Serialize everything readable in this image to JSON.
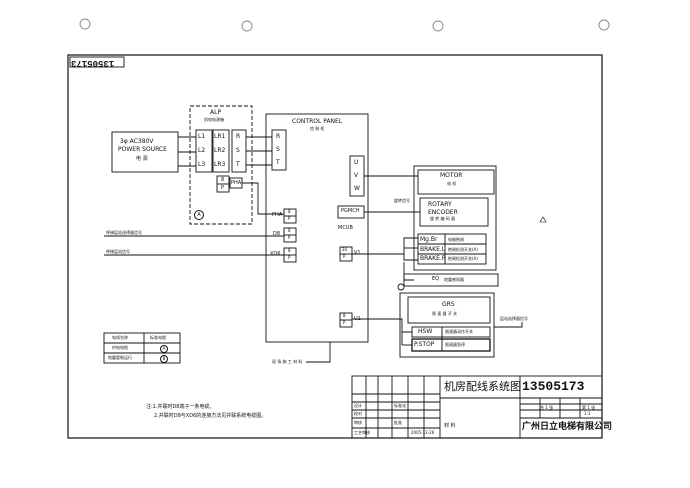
{
  "drawing_number": "13505173",
  "drawing_title": "机房配线系统图",
  "company": "广州日立电梯有限公司",
  "date": "2005-12-26",
  "power_source": {
    "phase": "3φ AC380V",
    "name": "POWER SOURCE",
    "cn": "电 源"
  },
  "alp": {
    "title": "ALP",
    "cn": "机电电源箱",
    "inputs": [
      "L1",
      "L2",
      "L3"
    ],
    "outputs": [
      "LR1",
      "LR2",
      "LR3"
    ],
    "rst": [
      "R",
      "S",
      "T"
    ],
    "connector": [
      "8",
      "P"
    ],
    "ph": "PHA",
    "circle": "A"
  },
  "control_panel": {
    "title": "CONTROL PANEL",
    "cn": "控 制 柜",
    "rst": [
      "R",
      "S",
      "T"
    ],
    "uvw": [
      "U",
      "V",
      "W"
    ],
    "pgmch": "PGMCH",
    "mcub": "MCUB",
    "connectors": [
      {
        "name": "PHA",
        "pins": [
          "8",
          "P"
        ]
      },
      {
        "name": "D8",
        "pins": [
          "8",
          "P"
        ]
      },
      {
        "name": "XD6",
        "pins": [
          "8",
          "P"
        ]
      },
      {
        "name": "V1",
        "pins": [
          "20",
          "P"
        ]
      },
      {
        "name": "U1",
        "pins": [
          "8",
          "P"
        ]
      }
    ]
  },
  "signals": {
    "line1": "呼梯层站选择器信号",
    "line2": "呼梯层站信号",
    "encoder_signal": "旋转信号",
    "grs_signal": "层站选择器信号",
    "site_note": "现 场 施 工 材 料"
  },
  "motor": {
    "title": "MOTOR",
    "cn": "电 机",
    "encoder": "ROTARY ENCODER",
    "encoder_cn": "旋 转 编 码 器",
    "rows": [
      {
        "name": "Mg.Br",
        "desc": "电磁抱闸"
      },
      {
        "name": "BRAKE.L",
        "desc": "抱闸检测开关(A)"
      },
      {
        "name": "BRAKE.R",
        "desc": "抱闸检测开关(A)"
      }
    ]
  },
  "eq": {
    "label": "EQ",
    "desc": "地震感知器"
  },
  "grs": {
    "title": "GRS",
    "cn": "限 速 器 开 关",
    "rows": [
      {
        "name": "HSW",
        "desc": "限速器动作开关"
      },
      {
        "name": "P.STOP",
        "desc": "限速器急停"
      }
    ]
  },
  "legend": {
    "headers": [
      "电线名称",
      "标准电缆"
    ],
    "rows": [
      {
        "name": "供电电缆",
        "symbol": "A"
      },
      {
        "name": "地震管制运行",
        "symbol": "B"
      }
    ]
  },
  "notes": [
    "注:1.并联时D8端子一条电缆。",
    "2.并联时D8与XD6的连接方法见并联系统电缆图。"
  ],
  "title_block": {
    "material": "材 料",
    "sheet": "共 1 张",
    "page": "第 1 张",
    "scale": "1:1",
    "labels": [
      "设计",
      "校对",
      "审核",
      "工艺审核",
      "标准化",
      "批准"
    ]
  }
}
